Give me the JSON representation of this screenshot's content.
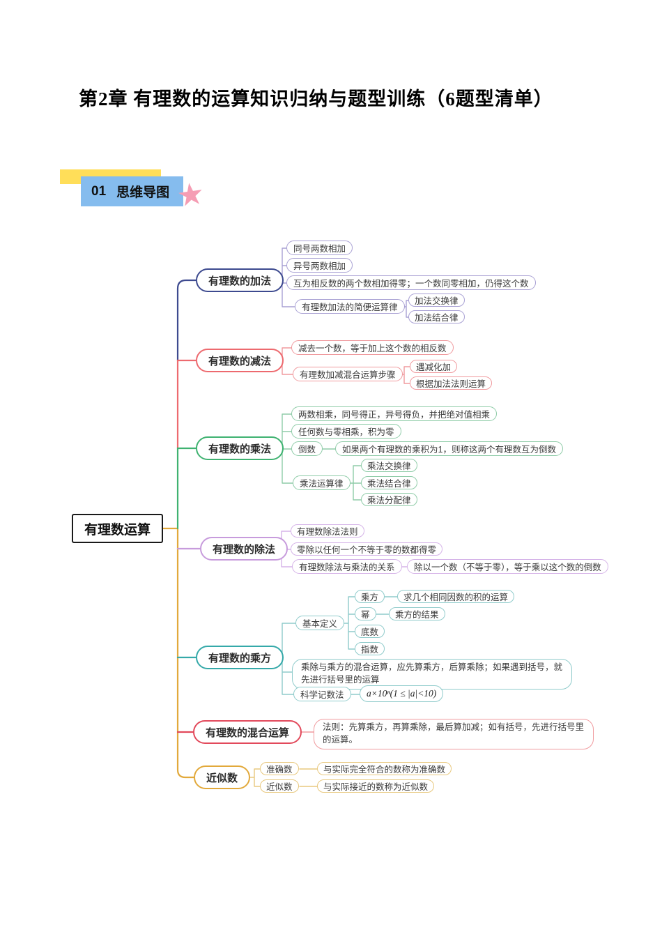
{
  "page": {
    "title": "第2章 有理数的运算知识归纳与题型训练（6题型清单）"
  },
  "section_header": {
    "number": "01",
    "label": "思维导图",
    "star_icon": "★"
  },
  "colors": {
    "accent_yellow": "#FFDE59",
    "tab_blue": "#85BCEE",
    "star_pink": "#F59DB4",
    "root_border": "#1A1A1A",
    "addition": "#3D4A8F",
    "addition_light": "#A9A1D4",
    "subtraction": "#ED6A6F",
    "subtraction_light": "#F09A9E",
    "multiplication": "#3FB271",
    "multiplication_light": "#8FCCA8",
    "division": "#C79BDC",
    "division_light": "#D5B3E8",
    "power": "#35A9A9",
    "power_light": "#8FCBCB",
    "mixed": "#E2495B",
    "approximate": "#E2A93B",
    "approximate_light": "#E8C87E"
  },
  "mindmap": {
    "root": {
      "label": "有理数运算"
    },
    "branches": {
      "addition": {
        "label": "有理数的加法",
        "rule1": "同号两数相加",
        "rule2": "异号两数相加",
        "rule3": "互为相反数的两个数相加得零；一个数同零相加，仍得这个数",
        "laws": {
          "label": "有理数加法的简便运算律",
          "law1": "加法交换律",
          "law2": "加法结合律"
        }
      },
      "subtraction": {
        "label": "有理数的减法",
        "rule1": "减去一个数，等于加上这个数的相反数",
        "steps": {
          "label": "有理数加减混合运算步骤",
          "step1": "遇减化加",
          "step2": "根据加法法则运算"
        }
      },
      "multiplication": {
        "label": "有理数的乘法",
        "rule1": "两数相乘，同号得正，异号得负，并把绝对值相乘",
        "rule2": "任何数与零相乘，积为零",
        "reciprocal": {
          "label": "倒数",
          "definition": "如果两个有理数的乘积为1，则称这两个有理数互为倒数"
        },
        "laws": {
          "label": "乘法运算律",
          "law1": "乘法交换律",
          "law2": "乘法结合律",
          "law3": "乘法分配律"
        }
      },
      "division": {
        "label": "有理数的除法",
        "rule1": "有理数除法法则",
        "rule2": "零除以任何一个不等于零的数都得零",
        "relation": {
          "label": "有理数除法与乘法的关系",
          "definition": "除以一个数（不等于零），等于乘以这个数的倒数"
        }
      },
      "power": {
        "label": "有理数的乘方",
        "definitions": {
          "label": "基本定义",
          "power": {
            "label": "乘方",
            "definition": "求几个相同因数的积的运算"
          },
          "mi": {
            "label": "幂",
            "definition": "乘方的结果"
          },
          "base": "底数",
          "exponent": "指数"
        },
        "mixed_rule": "乘除与乘方的混合运算，应先算乘方，后算乘除；如果遇到括号，就先进行括号里的运算",
        "scientific": {
          "label": "科学记数法",
          "formula": "a×10ⁿ(1 ≤ |a|<10)"
        }
      },
      "mixed": {
        "label": "有理数的混合运算",
        "rule": "法则：先算乘方，再算乘除，最后算加减；如有括号，先进行括号里的运算。"
      },
      "approximate": {
        "label": "近似数",
        "exact": {
          "label": "准确数",
          "definition": "与实际完全符合的数称为准确数"
        },
        "approx": {
          "label": "近似数",
          "definition": "与实际接近的数称为近似数"
        }
      }
    }
  }
}
